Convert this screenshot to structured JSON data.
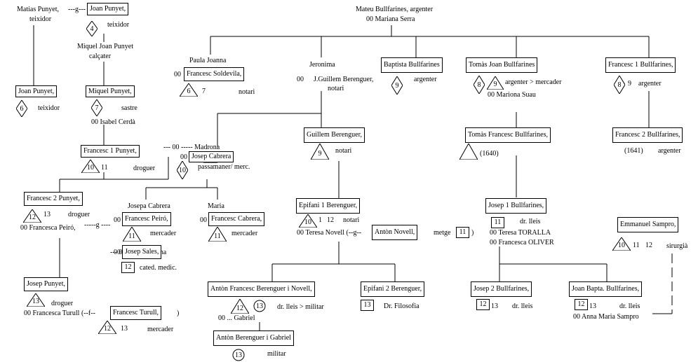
{
  "p": {
    "matias": "Matias Punyet,",
    "matias_occ": "teixidor",
    "g1": "---g---",
    "joan_p1": "Joan Punyet,",
    "joan_p1_occ": "teixidor",
    "miquel_joan": "Miquel Joan Punyet",
    "miquel_joan_occ": "calçater",
    "joan_p2": "Joan Punyet,",
    "joan_p2_occ": "teixidor",
    "miquel_p": "Miquel Punyet,",
    "miquel_p_occ": "sastre",
    "isabel": "00 Isabel Cerdà",
    "francesc1p": "Francesc 1 Punyet,",
    "francesc1p_occ": "droguer",
    "madrona_line": "---  00 -----     Madrona",
    "madrona_00": "00",
    "josep_cabrera": "Josep Cabrera",
    "josep_cabrera_occ": "passamaner/ merc.",
    "francesc2p": "Francesc 2  Punyet,",
    "francesc2p_occ": "droguer",
    "francesca_peiro": "00  Francesca Peiró,",
    "g2": "-----g ----",
    "josepa": "Josepa Cabrera",
    "francesc_peiro": "Francesc Peiró,",
    "francesc_peiro_occ": "mercader",
    "josep_sales": "Josep Sales,",
    "josep_sales_occ": "cated. medic.",
    "maria": "Maria",
    "francesc_cabrera": "Francesc Cabrera,",
    "francesc_cabrera_occ": "mercader",
    "josep_p": "Josep Punyet,",
    "josep_p_occ": "droguer",
    "turull": "00 Francesca Turull (--f--",
    "francesc_turull": "Francesc Turull,",
    "turull_close": ")",
    "francesc_turull_occ": "mercader",
    "mateu": "Mateu Bullfarines, argenter",
    "mariana": "00 Mariana Serra",
    "paula": "Paula Joanna",
    "paula_00": "00",
    "soldevila": "Francesc Soldevila,",
    "soldevila_occ": "notari",
    "jeronima": "Jeronima",
    "berenguer_00": "00",
    "jguillem": "J.Guillem Berenguer,",
    "jguillem_occ": "notari",
    "baptista": "Baptista Bullfarines",
    "baptista_occ": "argenter",
    "tomas_joan": "Tomàs Joan Bullfarines",
    "tomas_joan_occ": "argenter > mercader",
    "mariona": "00  Mariona Suau",
    "francesc1b": "Francesc 1 Bullfarines,",
    "francesc1b_occ": "argenter",
    "guillem": "Guillem Berenguer,",
    "guillem_occ": "notari",
    "tomas_fr": "Tomàs Francesc Bullfarines,",
    "tomas_fr_year": "(1640)",
    "francesc2b": "Francesc 2 Bullfarines,",
    "francesc2b_year": "(1641)",
    "francesc2b_occ": "argenter",
    "epifani1": "Epifani 1 Berenguer,",
    "epifani1_occ": "notari",
    "teresa_novell": "00 Teresa Novell (--g--",
    "anton_novell": "Antòn Novell,",
    "metge": "metge",
    "metge_close": ")",
    "josep1b": "Josep 1 Bullfarines,",
    "josep1b_occ": "dr. lleis",
    "toralla": "00   Teresa TORALLA",
    "oliver": "00   Francesca OLIVER",
    "sampro": "Emmanuel Sampro,",
    "sampro_occ": "sirurgià",
    "anton_fr": "Antòn Francesc Berenguer i Novell,",
    "anton_fr_occ": "dr. lleis > militar",
    "gabriel": "00    ... Gabriel",
    "epifani2": "Epifani 2 Berenguer,",
    "epifani2_occ": "Dr. Filosofia",
    "josep2b": "Josep 2 Bullfarines,",
    "josep2b_occ": "dr. lleis",
    "joan_bapta": "Joan Bapta. Bullfarines,",
    "joan_bapta_occ": "dr. lleis",
    "anna": "00   Anna Maria Sampro",
    "anton_gabriel": "Antòn Berenguer i Gabriel",
    "anton_gabriel_occ": "militar"
  },
  "n": {
    "four": "4",
    "six": "6",
    "seven": "7",
    "eight": "8",
    "nine": "9",
    "ten": "10",
    "eleven": "11",
    "twelve": "12",
    "thirteen": "13",
    "one": "1",
    "seven_notari": "7",
    "nine_argenter": "9"
  },
  "shapes": {
    "diamond": "diamond",
    "triangle": "triangle",
    "circle": "circle",
    "square": "square"
  }
}
